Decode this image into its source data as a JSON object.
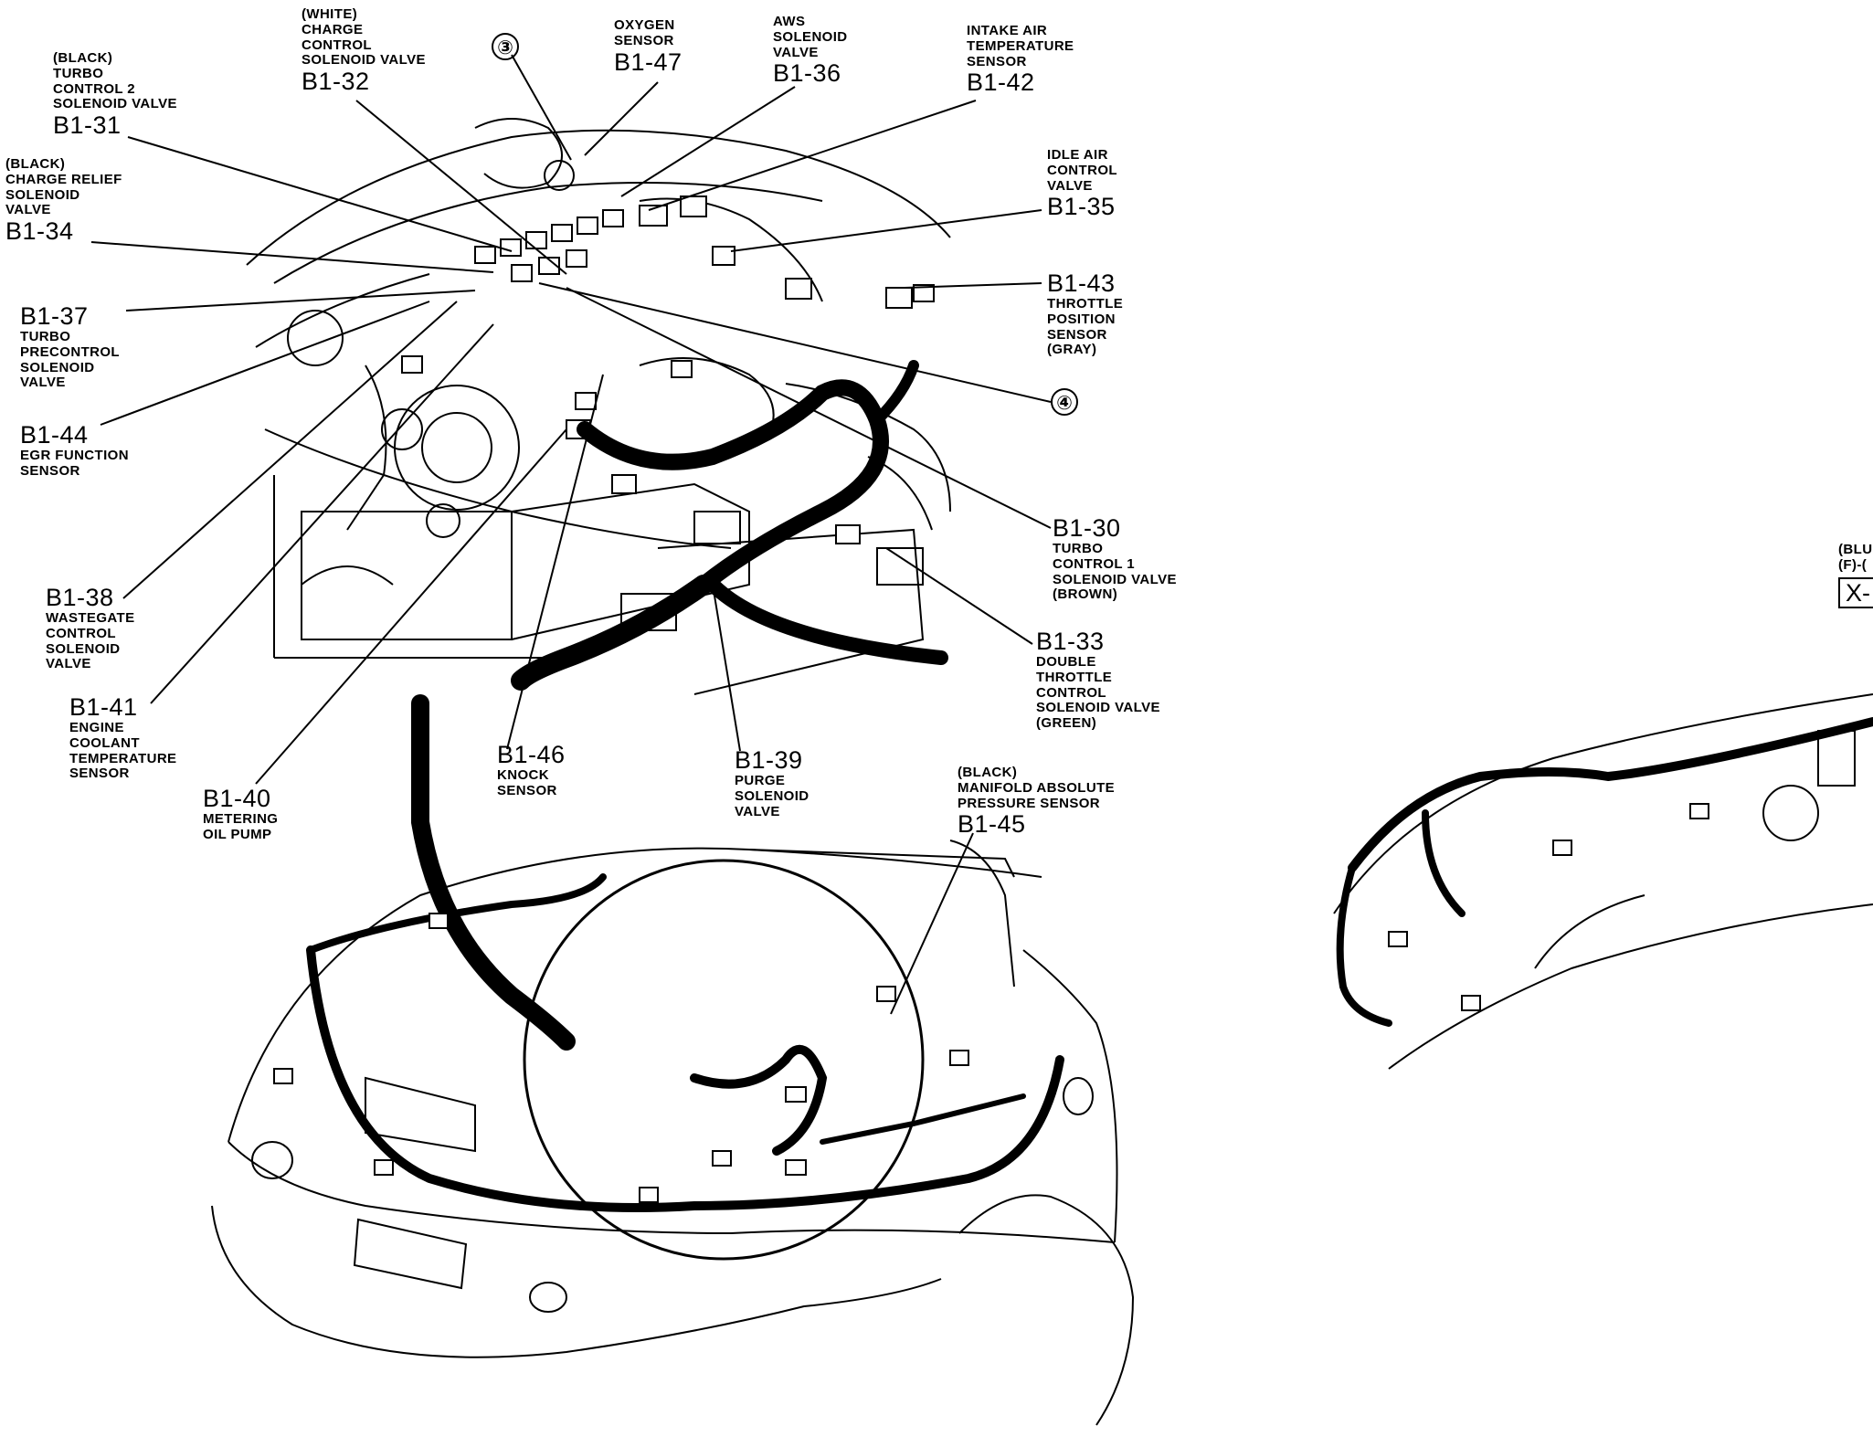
{
  "labels": {
    "b1_31": {
      "color": "(BLACK)",
      "name": [
        "TURBO",
        "CONTROL 2",
        "SOLENOID VALVE"
      ],
      "code": "B1-31"
    },
    "b1_32": {
      "color": "(WHITE)",
      "name": [
        "CHARGE",
        "CONTROL",
        "SOLENOID VALVE"
      ],
      "code": "B1-32"
    },
    "b1_47": {
      "name": [
        "OXYGEN",
        "SENSOR"
      ],
      "code": "B1-47"
    },
    "b1_36": {
      "name": [
        "AWS",
        "SOLENOID",
        "VALVE"
      ],
      "code": "B1-36"
    },
    "b1_42": {
      "name": [
        "INTAKE AIR",
        "TEMPERATURE",
        "SENSOR"
      ],
      "code": "B1-42"
    },
    "b1_35": {
      "name": [
        "IDLE AIR",
        "CONTROL",
        "VALVE"
      ],
      "code": "B1-35"
    },
    "b1_34": {
      "color": "(BLACK)",
      "name": [
        "CHARGE RELIEF",
        "SOLENOID",
        "VALVE"
      ],
      "code": "B1-34"
    },
    "b1_43": {
      "code": "B1-43",
      "name": [
        "THROTTLE",
        "POSITION",
        "SENSOR"
      ],
      "color": "(GRAY)"
    },
    "b1_37": {
      "code": "B1-37",
      "name": [
        "TURBO",
        "PRECONTROL",
        "SOLENOID",
        "VALVE"
      ]
    },
    "b1_44": {
      "code": "B1-44",
      "name": [
        "EGR FUNCTION",
        "SENSOR"
      ]
    },
    "b1_30": {
      "code": "B1-30",
      "name": [
        "TURBO",
        "CONTROL 1",
        "SOLENOID VALVE"
      ],
      "color": "(BROWN)"
    },
    "b1_33": {
      "code": "B1-33",
      "name": [
        "DOUBLE",
        "THROTTLE",
        "CONTROL",
        "SOLENOID VALVE"
      ],
      "color": "(GREEN)"
    },
    "b1_38": {
      "code": "B1-38",
      "name": [
        "WASTEGATE",
        "CONTROL",
        "SOLENOID",
        "VALVE"
      ]
    },
    "b1_41": {
      "code": "B1-41",
      "name": [
        "ENGINE",
        "COOLANT",
        "TEMPERATURE",
        "SENSOR"
      ]
    },
    "b1_40": {
      "code": "B1-40",
      "name": [
        "METERING",
        "OIL PUMP"
      ]
    },
    "b1_46": {
      "code": "B1-46",
      "name": [
        "KNOCK",
        "SENSOR"
      ]
    },
    "b1_39": {
      "code": "B1-39",
      "name": [
        "PURGE",
        "SOLENOID",
        "VALVE"
      ]
    },
    "b1_45": {
      "color": "(BLACK)",
      "name": [
        "MANIFOLD ABSOLUTE",
        "PRESSURE SENSOR"
      ],
      "code": "B1-45"
    }
  },
  "markers": {
    "circle3": "③",
    "circle4": "④"
  },
  "partial_right": {
    "line1": "(BLU",
    "line2": "(F)-(",
    "box": "X-"
  }
}
